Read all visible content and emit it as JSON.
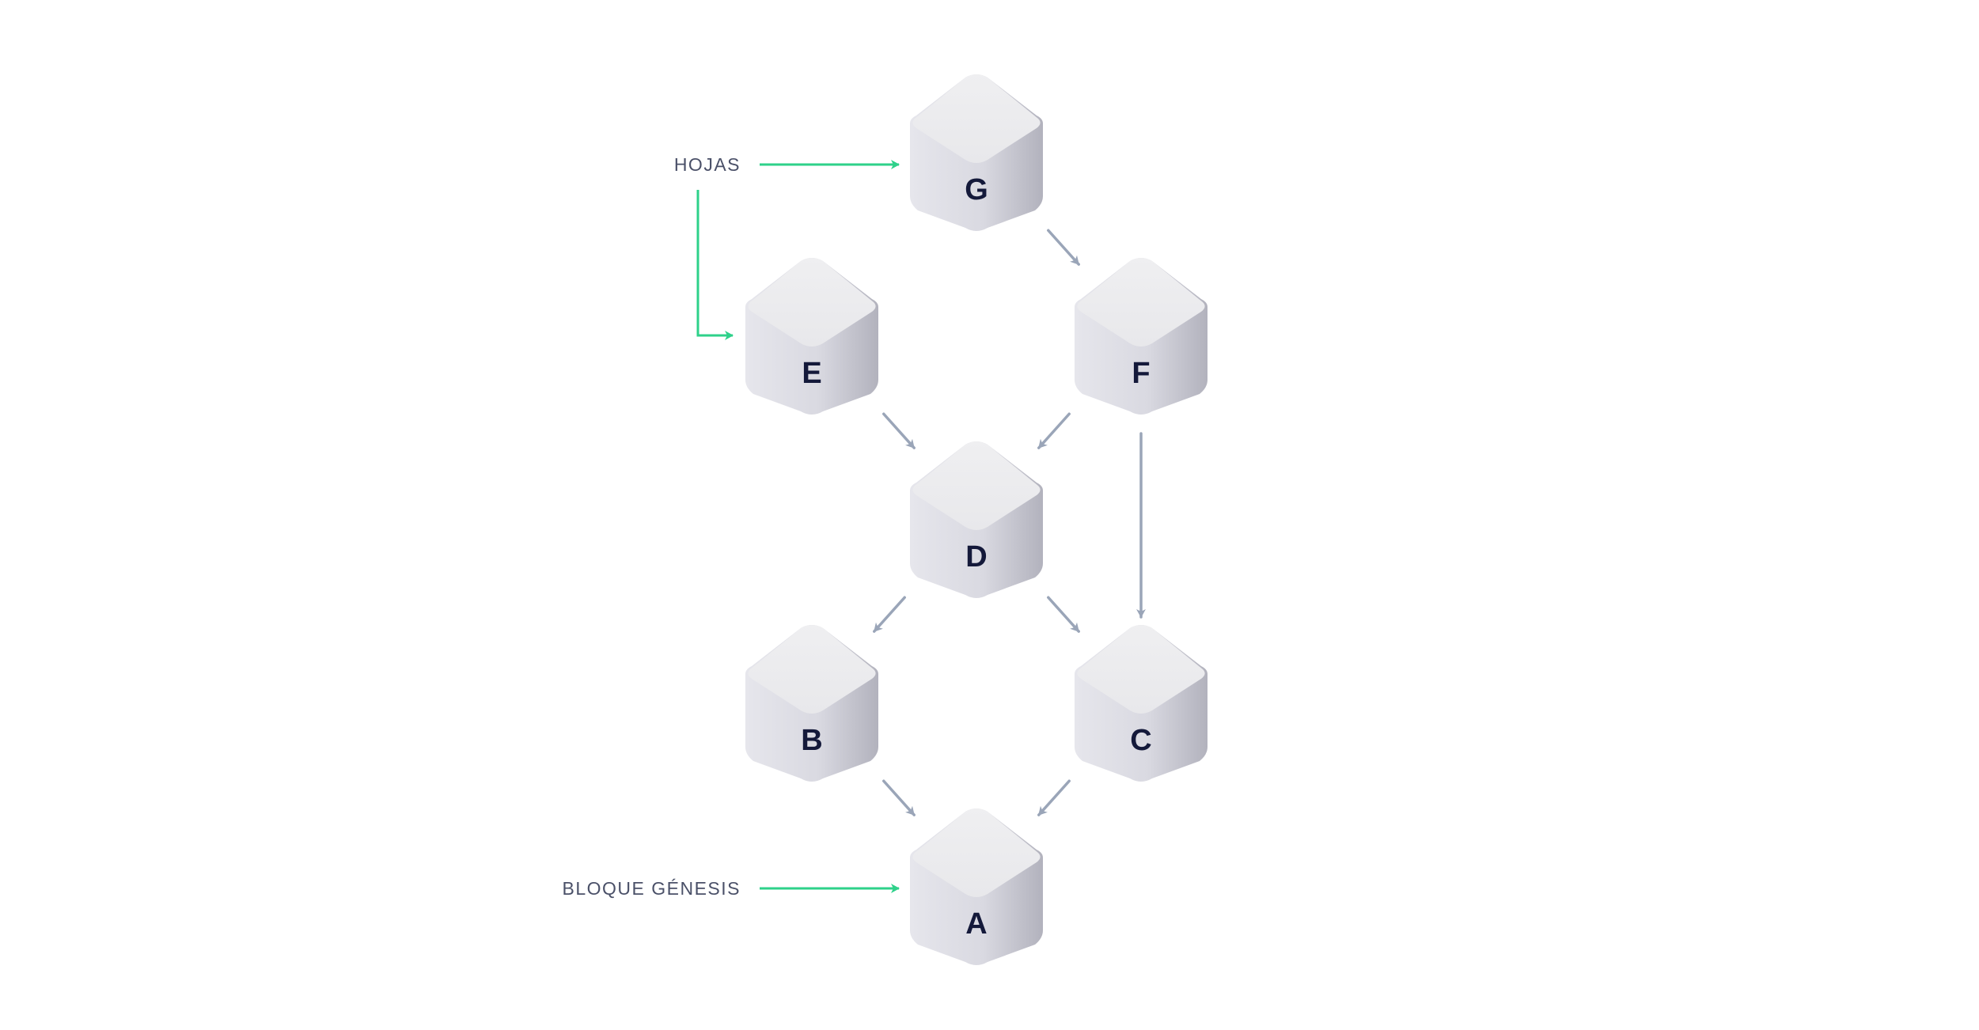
{
  "diagram": {
    "nodes": [
      {
        "id": "G",
        "label": "G"
      },
      {
        "id": "E",
        "label": "E"
      },
      {
        "id": "F",
        "label": "F"
      },
      {
        "id": "D",
        "label": "D"
      },
      {
        "id": "B",
        "label": "B"
      },
      {
        "id": "C",
        "label": "C"
      },
      {
        "id": "A",
        "label": "A"
      }
    ],
    "edges": [
      {
        "from": "G",
        "to": "F"
      },
      {
        "from": "E",
        "to": "D"
      },
      {
        "from": "F",
        "to": "D"
      },
      {
        "from": "F",
        "to": "C"
      },
      {
        "from": "D",
        "to": "B"
      },
      {
        "from": "D",
        "to": "C"
      },
      {
        "from": "B",
        "to": "A"
      },
      {
        "from": "C",
        "to": "A"
      }
    ],
    "labels": {
      "leaves": "HOJAS",
      "genesis": "BLOQUE GÉNESIS"
    },
    "colors": {
      "edge": "#9aa5b8",
      "pointer": "#2ed18a",
      "node_top": "#ececee",
      "node_side_light": "#e4e4ea",
      "node_side_dark": "#b4b4be",
      "node_text": "#14193a",
      "label_text": "#4a5068"
    }
  }
}
